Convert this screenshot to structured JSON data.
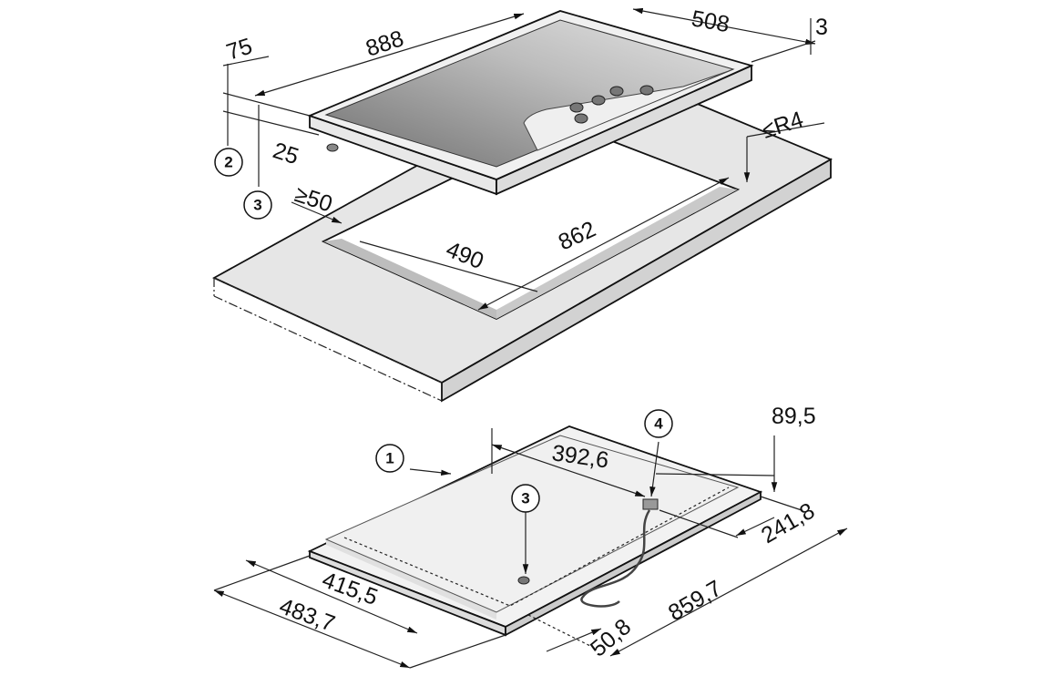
{
  "top_view": {
    "dimensions": {
      "width": "888",
      "depth": "508",
      "glass_thickness": "3",
      "height_75": "75",
      "height_25": "25",
      "min_distance": "≥50",
      "cutout_depth": "490",
      "cutout_width": "862",
      "corner_radius": "≤R4"
    },
    "callouts": {
      "c2": "2",
      "c3": "3"
    }
  },
  "bottom_view": {
    "dimensions": {
      "d1": "392,6",
      "d2": "89,5",
      "d3": "241,8",
      "d4": "415,5",
      "d5": "483,7",
      "d6": "859,7",
      "d7": "50,8"
    },
    "callouts": {
      "c1": "1",
      "c3": "3",
      "c4": "4"
    }
  },
  "colors": {
    "worktop": "#e6e6e6",
    "glass_dark": "#7a7a7a",
    "glass_light": "#d8d8d8",
    "frame": "#efefef"
  }
}
